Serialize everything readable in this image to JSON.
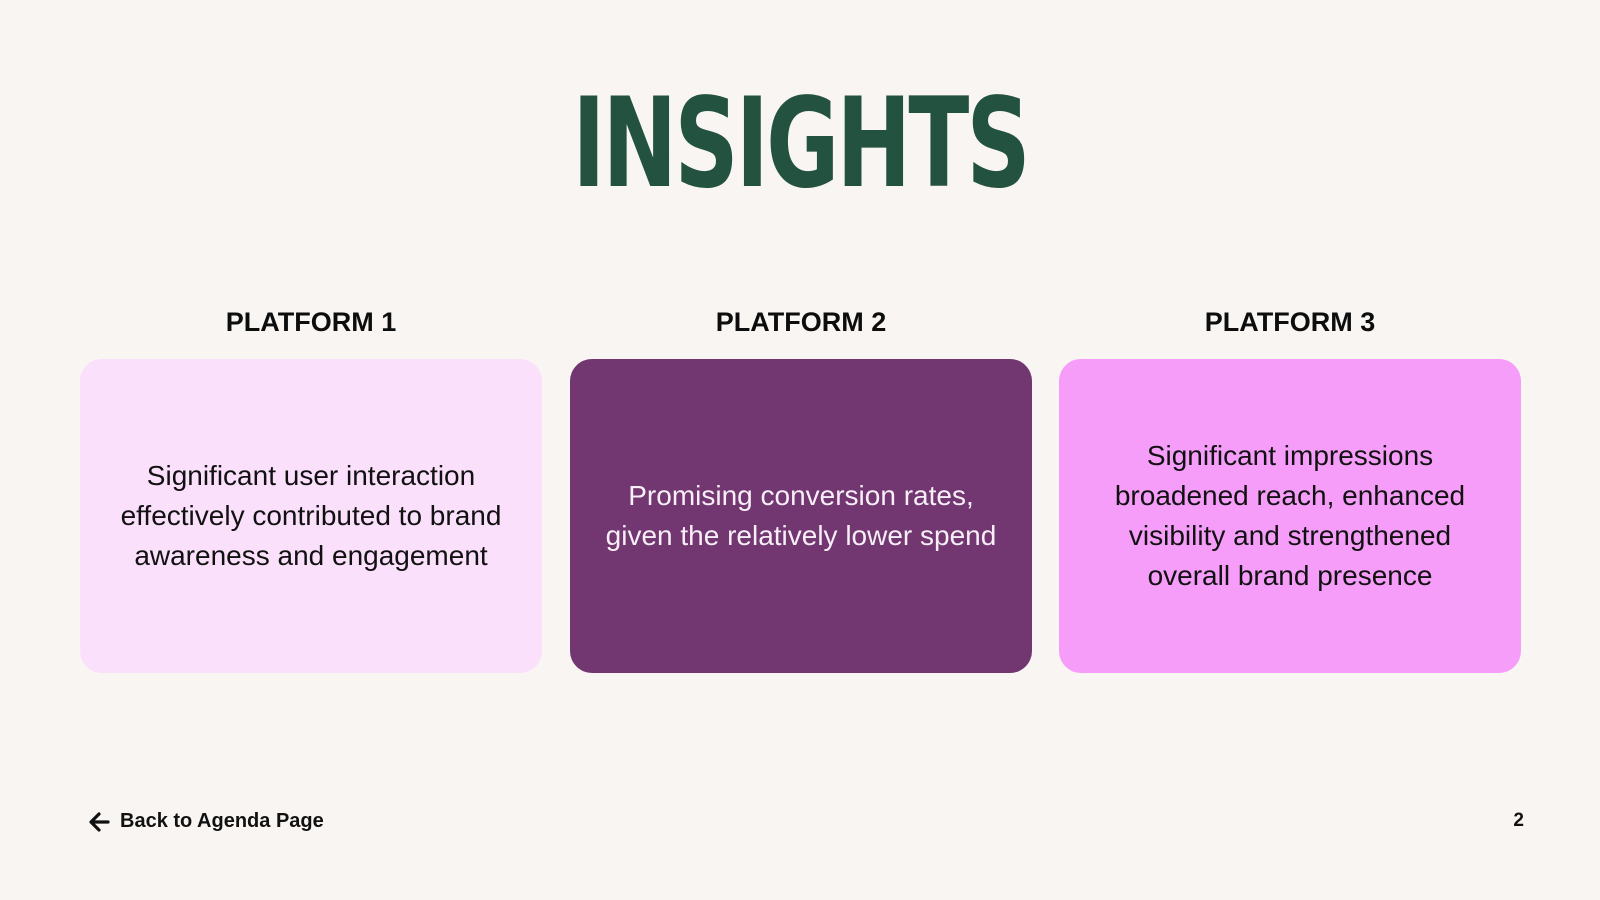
{
  "slide": {
    "title": "INSIGHTS",
    "page_number": "2"
  },
  "platforms": [
    {
      "heading": "PLATFORM 1",
      "text": "Significant user interaction effectively contributed to brand awareness and engagement",
      "card_color": "#fbe0fc",
      "text_color": "#111111"
    },
    {
      "heading": "PLATFORM 2",
      "text": "Promising conversion rates, given the relatively lower spend",
      "card_color": "#723670",
      "text_color": "#f7eef7"
    },
    {
      "heading": "PLATFORM 3",
      "text": "Significant impressions broadened reach, enhanced visibility and strengthened overall brand presence",
      "card_color": "#f69df9",
      "text_color": "#111111"
    }
  ],
  "footer": {
    "back_label": "Back to Agenda Page",
    "back_icon": "arrow-left-icon"
  },
  "colors": {
    "background": "#f8f5f2",
    "title": "#245241"
  }
}
